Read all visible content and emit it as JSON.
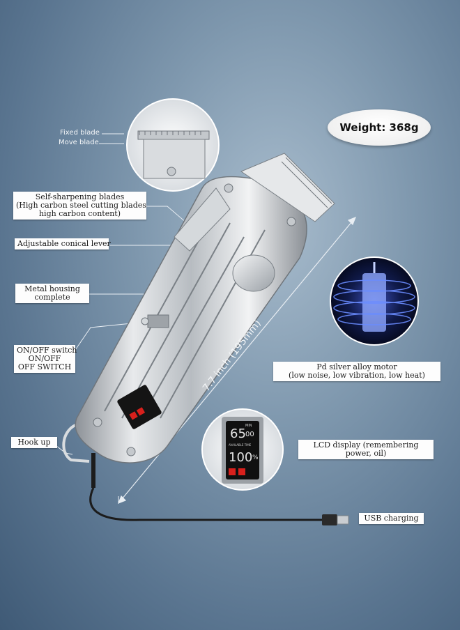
{
  "labels": {
    "fixed_blade": "Fixed blade",
    "move_blade": "Move blade",
    "weight": "Weight: 368g",
    "self_sharpening_1": "Self-sharpening blades",
    "self_sharpening_2": "(High carbon steel cutting blades",
    "self_sharpening_3": "high carbon content)",
    "conical_lever": "Adjustable conical lever",
    "metal_housing_1": "Metal housing",
    "metal_housing_2": "complete",
    "onoff_1": "ON/OFF switch",
    "onoff_2": "ON/OFF",
    "onoff_3": "OFF SWITCH",
    "motor_1": "Pd silver alloy motor",
    "motor_2": "(low noise, low vibration, low heat)",
    "dimension": "7.7 inch (195mm)",
    "lcd_1": "LCD display (remembering",
    "lcd_2": "power, oil)",
    "hook_up": "Hook up",
    "usb_charging": "USB charging"
  },
  "lcd_readout": {
    "top_number": "65",
    "top_unit": "00",
    "top_small": "MIN",
    "caption": "AVAILABLE TIME",
    "bottom_number": "100",
    "bottom_unit": "%"
  },
  "colors": {
    "background": "#6f8aa3",
    "label_bg": "#fdfdfd",
    "lcd_red": "#d8201c",
    "motor_glow": "#5a7cff"
  }
}
